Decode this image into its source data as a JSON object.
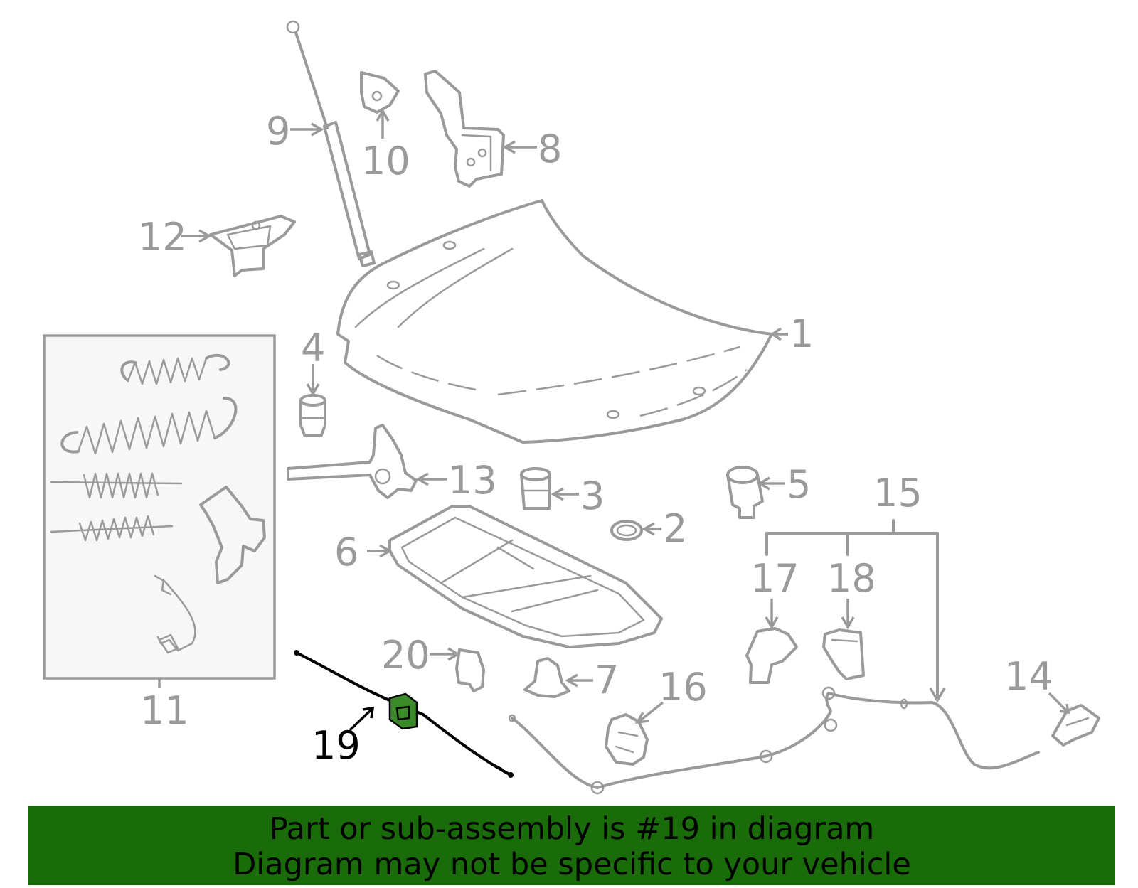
{
  "diagram": {
    "callouts": [
      {
        "id": "1",
        "text": "1"
      },
      {
        "id": "2",
        "text": "2"
      },
      {
        "id": "3",
        "text": "3"
      },
      {
        "id": "4",
        "text": "4"
      },
      {
        "id": "5",
        "text": "5"
      },
      {
        "id": "6",
        "text": "6"
      },
      {
        "id": "7",
        "text": "7"
      },
      {
        "id": "8",
        "text": "8"
      },
      {
        "id": "9",
        "text": "9"
      },
      {
        "id": "10",
        "text": "10"
      },
      {
        "id": "11",
        "text": "11"
      },
      {
        "id": "12",
        "text": "12"
      },
      {
        "id": "13",
        "text": "13"
      },
      {
        "id": "14",
        "text": "14"
      },
      {
        "id": "15",
        "text": "15"
      },
      {
        "id": "16",
        "text": "16"
      },
      {
        "id": "17",
        "text": "17"
      },
      {
        "id": "18",
        "text": "18"
      },
      {
        "id": "19",
        "text": "19"
      },
      {
        "id": "20",
        "text": "20"
      }
    ],
    "highlighted_part": "19",
    "colors": {
      "part_line": "#9a9a9a",
      "highlight": "#000000",
      "highlight_fill": "#3a8a2a",
      "banner": "#1a6b0a"
    }
  },
  "banner": {
    "line1": "Part or sub-assembly is #19 in diagram",
    "line2": "Diagram may not be specific to your vehicle"
  }
}
